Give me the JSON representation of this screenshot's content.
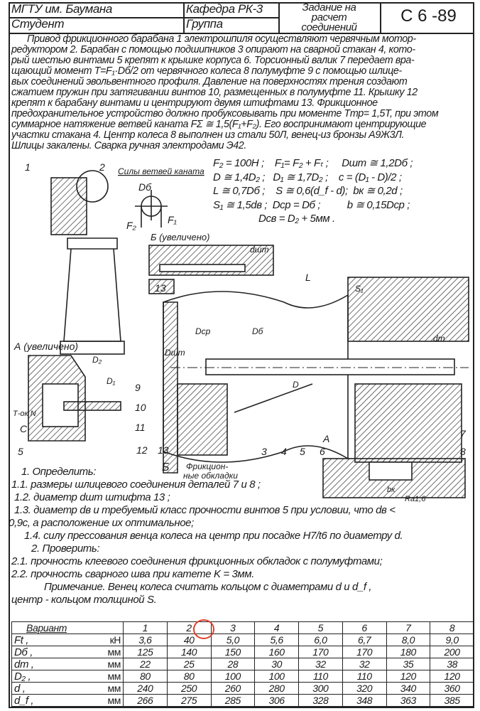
{
  "header": {
    "university": "МГТУ им. Баумана",
    "department": "Кафедра РК-3",
    "task_title": [
      "Задание на",
      "расчет",
      "соединений"
    ],
    "code": "С 6 -89",
    "student_label": "Студент",
    "group_label": "Группа"
  },
  "description": [
    "Привод фрикционного барабана 1 электрошпиля осуществляют червячным мотор-",
    "редуктором 2. Барабан с помощью подшипников 3 опирают на сварной стакан 4, кото-",
    "рый шестью винтами 5 крепят к крышке корпуса 6. Торсионный валик 7 передает вра-",
    "щающий момент T=F₁·Dб/2 от червячного колеса 8 полумуфте 9 с помощью шлице-",
    "вых соединений эвольвентного профиля. Давление на поверхностях трения создают",
    "сжатием пружин при затягивании винтов 10, размещенных в полумуфте 11. Крышку 12",
    "крепят к барабану винтами и центрируют двумя штифтами 13. Фрикционное",
    "предохранительное устройство должно пробуксовывать при моменте Tтр= 1,5T, при этом",
    "суммарное натяжение ветвей каната FΣ ≅ 1,5(F₁+F₂). Его воспринимают центрирующие",
    "участки стакана 4. Центр колеса 8 выполнен из стали 50Л, венец-из бронзы А9Ж3Л.",
    "Шлицы закалены. Сварка ручная электродами Э42."
  ],
  "formulas": [
    "F₂ = 100H ;    F₁= F₂ + Fₜ ;     Dшт ≅ 1,2Dб ;",
    "D ≅ 1,4D₂ ;   D₁ ≅ 1,7D₂ ;    c = (D₁ - D)/2 ;",
    "L ≅ 0,7Dб ;    S ≅ 0,6(d_f - d);  bк ≅ 0,2d ;",
    "S₁ ≅ 1,5dв ;  Dср = Dб ;          b ≅ 0,15Dср ;",
    "                 Dсв = D₂ + 5мм ."
  ],
  "drawing_labels": {
    "rope_forces": "Силы ветвей каната",
    "view_b": "Б (увеличено)",
    "view_a": "А (увеличено)",
    "friction_linings": [
      "Фрикцион-",
      "ные обкладки"
    ],
    "section_b": "Б",
    "section_a": "А",
    "t_ok": "Т-ок N",
    "f1": "F₁",
    "f2": "F₂",
    "db": "Dб",
    "dsht": "dшт",
    "Dsht": "Dшт",
    "dcp": "Dср",
    "D": "D",
    "D1": "D₁",
    "D2": "D₂",
    "L": "L",
    "C": "C",
    "S1": "S₁",
    "bk": "bк",
    "ra": "Ra1,6",
    "dm": "dm",
    "parts": [
      "1",
      "2",
      "3",
      "4",
      "5",
      "6",
      "7",
      "8",
      "9",
      "10",
      "11",
      "12",
      "13"
    ]
  },
  "tasks": [
    "1. Определить:",
    "1.1. размеры шлицевого соединения деталей 7 и 8 ;",
    "1.2. диаметр dшт штифта 13 ;",
    "1.3. диаметр dв и требуемый класс прочности винтов 5 при условии, что dв <",
    "0,9c, а расположение их оптимальное;",
    "1.4. силу прессования венца колеса на центр при посадке H7/t6 по диаметру d.",
    "2. Проверить:",
    "2.1. прочность клеевого соединения фрикционных обкладок с полумуфтами;",
    "2.2. прочность сварного шва при катете K = 3мм.",
    "Примечание. Венец колеса считать кольцом с диаметрами d и d_f ,",
    "центр - кольцом толщиной S."
  ],
  "variants_table": {
    "header_label": "Вариант",
    "variants": [
      "1",
      "2",
      "3",
      "4",
      "5",
      "6",
      "7",
      "8"
    ],
    "selected_variant": "2",
    "highlight_color": "#e0402a",
    "rows": [
      {
        "name": "Ft ,",
        "unit": "кН",
        "values": [
          "3,6",
          "40",
          "5,0",
          "5,6",
          "6,0",
          "6,7",
          "8,0",
          "9,0"
        ]
      },
      {
        "name": "Dб ,",
        "unit": "мм",
        "values": [
          "125",
          "140",
          "150",
          "160",
          "170",
          "170",
          "180",
          "200"
        ]
      },
      {
        "name": "dm ,",
        "unit": "мм",
        "values": [
          "22",
          "25",
          "28",
          "30",
          "32",
          "32",
          "35",
          "38"
        ]
      },
      {
        "name": "D₂ ,",
        "unit": "мм",
        "values": [
          "80",
          "80",
          "100",
          "100",
          "110",
          "110",
          "120",
          "120"
        ]
      },
      {
        "name": "d ,",
        "unit": "мм",
        "values": [
          "240",
          "250",
          "260",
          "280",
          "300",
          "320",
          "340",
          "360"
        ]
      },
      {
        "name": "d_f ,",
        "unit": "мм",
        "values": [
          "266",
          "275",
          "285",
          "306",
          "328",
          "348",
          "363",
          "385"
        ]
      }
    ]
  }
}
